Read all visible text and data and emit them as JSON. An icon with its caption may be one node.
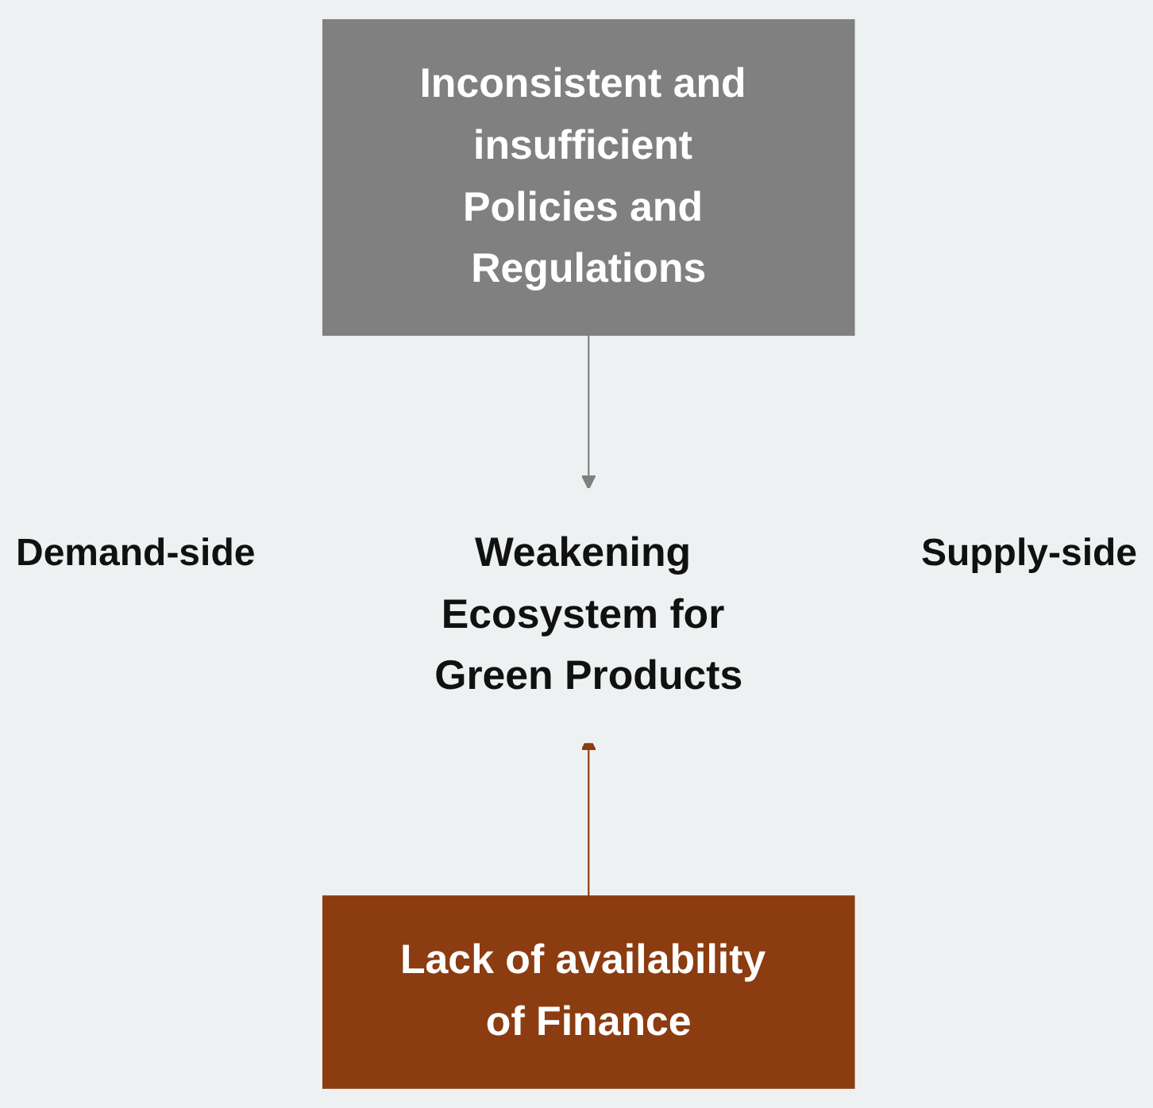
{
  "diagram": {
    "nodes": [
      {
        "text": [
          "Inconsistent and insufficient Policies and Regulations"
        ]
      },
      {
        "text": [
          "Weakening Ecosystem for Green Products"
        ]
      },
      {
        "text": [
          "Lack of availability of Finance"
        ]
      }
    ],
    "edges": [
      {
        "from": 0,
        "to": 1,
        "arrow": "to",
        "color": "#808080"
      },
      {
        "from": 2,
        "to": 1,
        "arrow": "to",
        "color": "#8b3c10"
      }
    ],
    "labels": [
      "Demand-side",
      "Supply-side"
    ]
  }
}
